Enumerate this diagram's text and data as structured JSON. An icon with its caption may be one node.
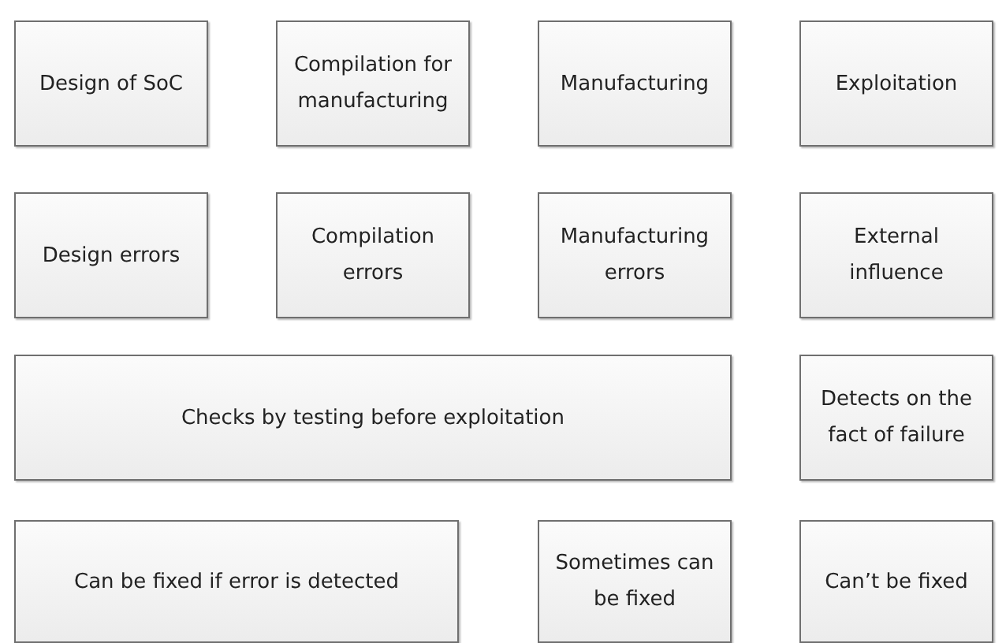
{
  "diagram": {
    "nodes": [
      {
        "text": [
          "Design of SoC"
        ]
      },
      {
        "text": [
          "Compilation for manufacturing"
        ]
      },
      {
        "text": [
          "Manufacturing"
        ]
      },
      {
        "text": [
          "Exploitation"
        ]
      },
      {
        "text": [
          "Design errors"
        ]
      },
      {
        "text": [
          "Compilation errors"
        ]
      },
      {
        "text": [
          "Manufacturing errors"
        ]
      },
      {
        "text": [
          "External influence"
        ]
      },
      {
        "text": [
          "Checks by testing before exploitation"
        ]
      },
      {
        "text": [
          "Detects on the fact of failure"
        ]
      },
      {
        "text": [
          "Can be fixed if error is detected"
        ]
      },
      {
        "text": [
          "Sometimes can be fixed"
        ]
      },
      {
        "text": [
          "Can’t be fixed"
        ]
      }
    ]
  }
}
